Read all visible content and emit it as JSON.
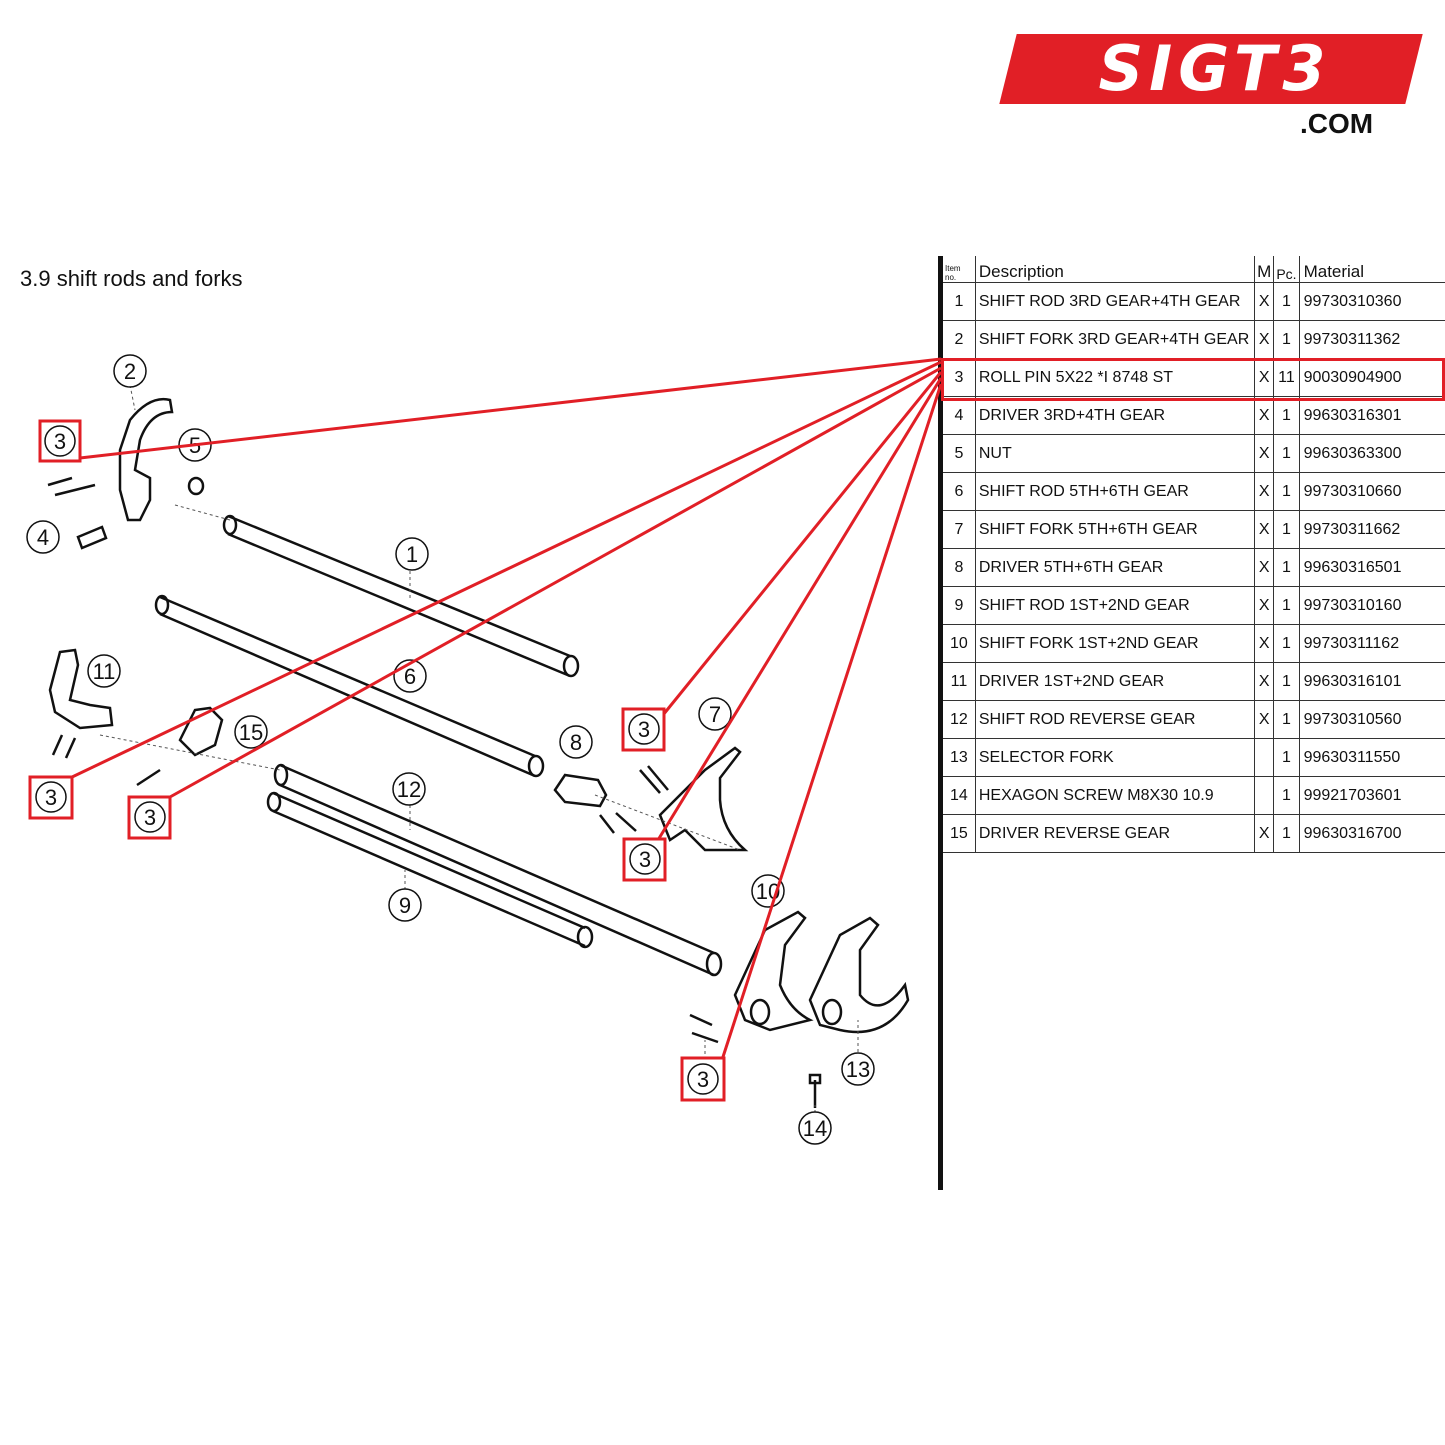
{
  "logo": {
    "text": "SIGT3",
    "domain": ".COM"
  },
  "section_title": "3.9  shift rods and forks",
  "table": {
    "headers": {
      "item": "Item no.",
      "description": "Description",
      "m": "M",
      "pc": "Pc.",
      "material": "Material"
    },
    "rows": [
      {
        "item": "1",
        "description": "SHIFT ROD 3RD GEAR+4TH GEAR",
        "m": "X",
        "pc": "1",
        "material": "99730310360"
      },
      {
        "item": "2",
        "description": "SHIFT FORK 3RD GEAR+4TH GEAR",
        "m": "X",
        "pc": "1",
        "material": "99730311362"
      },
      {
        "item": "3",
        "description": "ROLL PIN 5X22 *I 8748 ST",
        "m": "X",
        "pc": "11",
        "material": "90030904900"
      },
      {
        "item": "4",
        "description": "DRIVER 3RD+4TH GEAR",
        "m": "X",
        "pc": "1",
        "material": "99630316301"
      },
      {
        "item": "5",
        "description": "NUT",
        "m": "X",
        "pc": "1",
        "material": "99630363300"
      },
      {
        "item": "6",
        "description": "SHIFT ROD 5TH+6TH GEAR",
        "m": "X",
        "pc": "1",
        "material": "99730310660"
      },
      {
        "item": "7",
        "description": "SHIFT FORK 5TH+6TH GEAR",
        "m": "X",
        "pc": "1",
        "material": "99730311662"
      },
      {
        "item": "8",
        "description": "DRIVER 5TH+6TH GEAR",
        "m": "X",
        "pc": "1",
        "material": "99630316501"
      },
      {
        "item": "9",
        "description": "SHIFT ROD 1ST+2ND GEAR",
        "m": "X",
        "pc": "1",
        "material": "99730310160"
      },
      {
        "item": "10",
        "description": "SHIFT FORK 1ST+2ND GEAR",
        "m": "X",
        "pc": "1",
        "material": "99730311162"
      },
      {
        "item": "11",
        "description": "DRIVER 1ST+2ND GEAR",
        "m": "X",
        "pc": "1",
        "material": "99630316101"
      },
      {
        "item": "12",
        "description": "SHIFT ROD REVERSE GEAR",
        "m": "X",
        "pc": "1",
        "material": "99730310560"
      },
      {
        "item": "13",
        "description": "SELECTOR FORK",
        "m": "",
        "pc": "1",
        "material": "99630311550"
      },
      {
        "item": "14",
        "description": "HEXAGON SCREW M8X30 10.9",
        "m": "",
        "pc": "1",
        "material": "99921703601"
      },
      {
        "item": "15",
        "description": "DRIVER REVERSE GEAR",
        "m": "X",
        "pc": "1",
        "material": "99630316700"
      }
    ]
  },
  "callouts": [
    "1",
    "2",
    "3",
    "4",
    "5",
    "6",
    "7",
    "8",
    "9",
    "10",
    "11",
    "12",
    "13",
    "14",
    "15"
  ],
  "highlight_item": "3",
  "colors": {
    "accent": "#e11f26",
    "ink": "#111111"
  }
}
